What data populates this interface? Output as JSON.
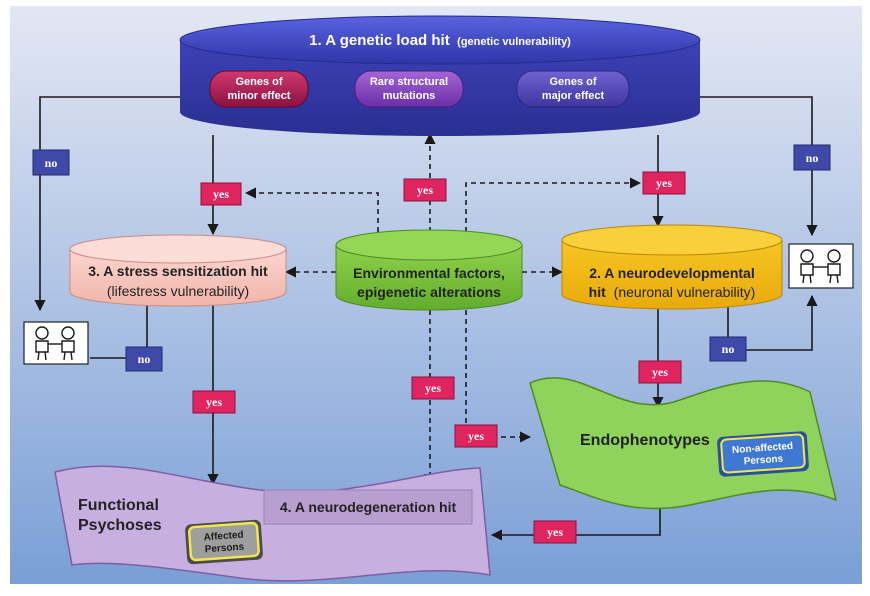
{
  "genetic": {
    "title_main": "1. A genetic load hit",
    "title_sub": "(genetic vulnerability)",
    "pill_minor_l1": "Genes of",
    "pill_minor_l2": "minor effect",
    "pill_rare_l1": "Rare structural",
    "pill_rare_l2": "mutations",
    "pill_major_l1": "Genes of",
    "pill_major_l2": "major effect"
  },
  "stress": {
    "line1": "3. A stress sensitization hit",
    "line2": "(lifestress vulnerability)"
  },
  "environment": {
    "line1": "Environmental factors,",
    "line2": "epigenetic alterations"
  },
  "neurodev": {
    "line1": "2. A neurodevelopmental",
    "line2_bold": "hit",
    "line2_rest": "(neuronal vulnerability)"
  },
  "endophenotypes": {
    "label": "Endophenotypes",
    "badge_l1": "Non-affected",
    "badge_l2": "Persons"
  },
  "psychoses": {
    "label_l1": "Functional",
    "label_l2": "Psychoses",
    "neurodegeneration": "4. A neurodegeneration hit",
    "badge_l1": "Affected",
    "badge_l2": "Persons"
  },
  "badges": {
    "yes": "yes",
    "no": "no"
  },
  "colors": {
    "background_top": "#d9dfef",
    "background_bottom": "#7fa3d8",
    "genetic_fill": "#3a3fb8",
    "stress_fill": "#f6c6bd",
    "environment_fill": "#7cc43d",
    "neurodev_fill": "#f3bd12",
    "endophenotypes_fill": "#8dd05a",
    "psychoses_fill": "#c4addc",
    "yes_badge": "#e0245f",
    "no_badge": "#3f4aa8"
  }
}
